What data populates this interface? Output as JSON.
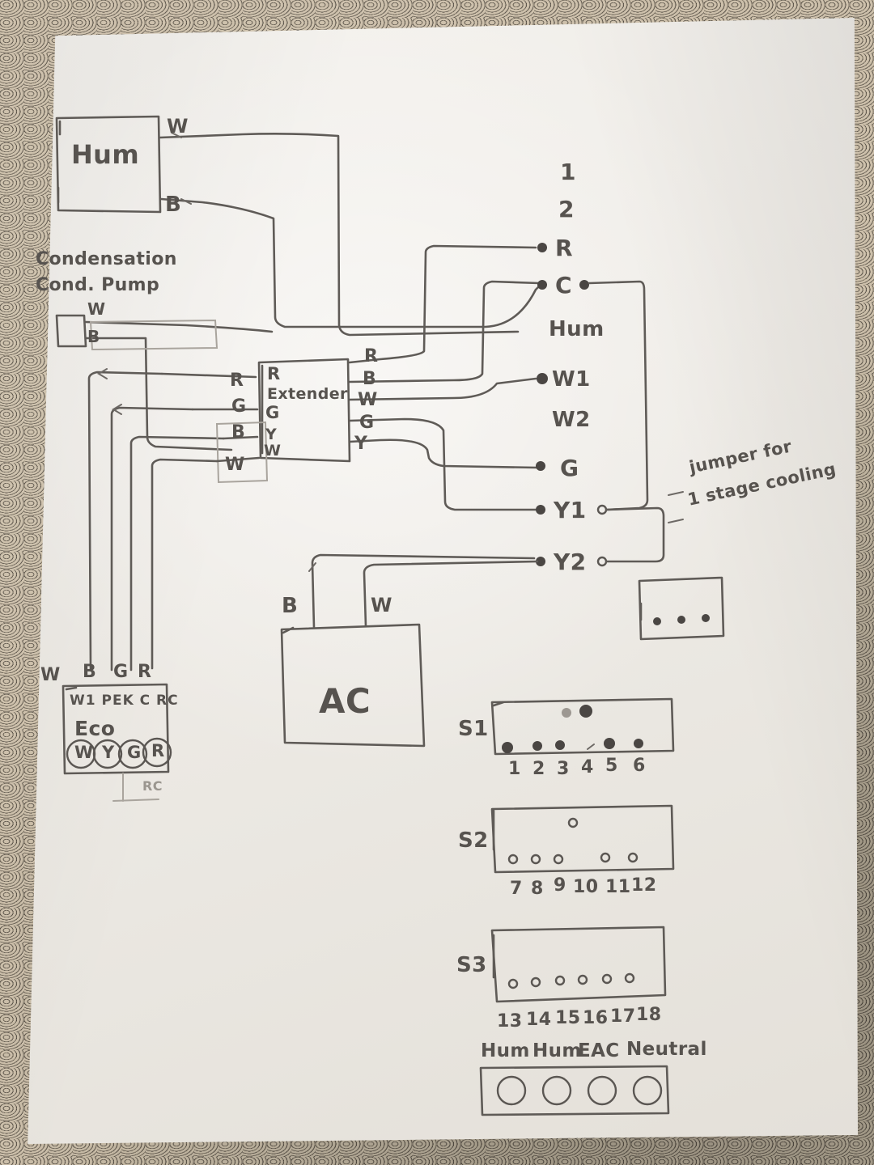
{
  "meta": {
    "kind": "hand-drawn HVAC thermostat wiring diagram on white paper over carpet"
  },
  "components": {
    "humidifier": {
      "label": "Hum",
      "wires": [
        "W",
        "B"
      ]
    },
    "condensation_pump": {
      "title_line1": "Condensation",
      "title_line2": "Cond. Pump",
      "wires": [
        "W",
        "B"
      ]
    },
    "extender": {
      "label": "Extender",
      "left_terminals": [
        "R",
        "G",
        "Y",
        "W"
      ],
      "left_wire_labels": [
        "R",
        "G",
        "B",
        "W"
      ],
      "right_wire_labels": [
        "R",
        "B",
        "W",
        "G",
        "Y"
      ]
    },
    "ac": {
      "label": "AC",
      "wires": [
        "B",
        "W"
      ]
    },
    "thermostat": {
      "top_wire_labels": [
        "W",
        "B",
        "G",
        "R"
      ],
      "terminal_header": "W1 PEK C RC",
      "brand": "Eco",
      "sockets": [
        "W",
        "Y",
        "G",
        "R"
      ],
      "footnote": "RC"
    }
  },
  "terminal_block": {
    "name": "control board terminals",
    "terminals": [
      {
        "label": "1",
        "connected": false
      },
      {
        "label": "2",
        "connected": false
      },
      {
        "label": "R",
        "connected": true
      },
      {
        "label": "C",
        "connected": true
      },
      {
        "label": "Hum",
        "connected": false
      },
      {
        "label": "W1",
        "connected": true
      },
      {
        "label": "W2",
        "connected": false
      },
      {
        "label": "G",
        "connected": true
      },
      {
        "label": "Y1",
        "connected": true
      },
      {
        "label": "Y2",
        "connected": true
      }
    ]
  },
  "annotations": {
    "jumper_note_line1": "jumper for",
    "jumper_note_line2": "1 stage cooling",
    "jumper_dash": "—"
  },
  "strips": [
    {
      "name": "S1",
      "label": "S1",
      "numbers": [
        "1",
        "2",
        "3",
        "4",
        "5",
        "6"
      ],
      "pins_bottom": [
        true,
        true,
        true,
        false,
        true,
        true
      ],
      "pins_top": [
        false,
        false,
        true,
        true,
        false,
        false
      ]
    },
    {
      "name": "S2",
      "label": "S2",
      "numbers": [
        "7",
        "8",
        "9",
        "10",
        "11",
        "12"
      ],
      "pins_bottom": [
        true,
        true,
        true,
        false,
        true,
        true
      ],
      "pins_top": [
        false,
        false,
        false,
        true,
        false,
        false
      ]
    },
    {
      "name": "S3",
      "label": "S3",
      "numbers": [
        "13",
        "14",
        "15",
        "16",
        "17",
        "18"
      ],
      "pins_bottom": [
        true,
        true,
        true,
        true,
        true,
        true
      ],
      "pins_top": [
        false,
        false,
        false,
        false,
        false,
        false
      ]
    }
  ],
  "accessory_strip": {
    "name": "accessory terminals",
    "labels": [
      "Hum",
      "Hum",
      "EAC",
      "Neutral"
    ],
    "socket_count": 4
  },
  "small_box": {
    "name": "unlabeled 3-pin block",
    "pin_count": 3
  },
  "colors": {
    "ink": "#5f5b57",
    "paper": "#efece7",
    "carpet": "#584e44",
    "faint_ink": "#a9a49d"
  }
}
